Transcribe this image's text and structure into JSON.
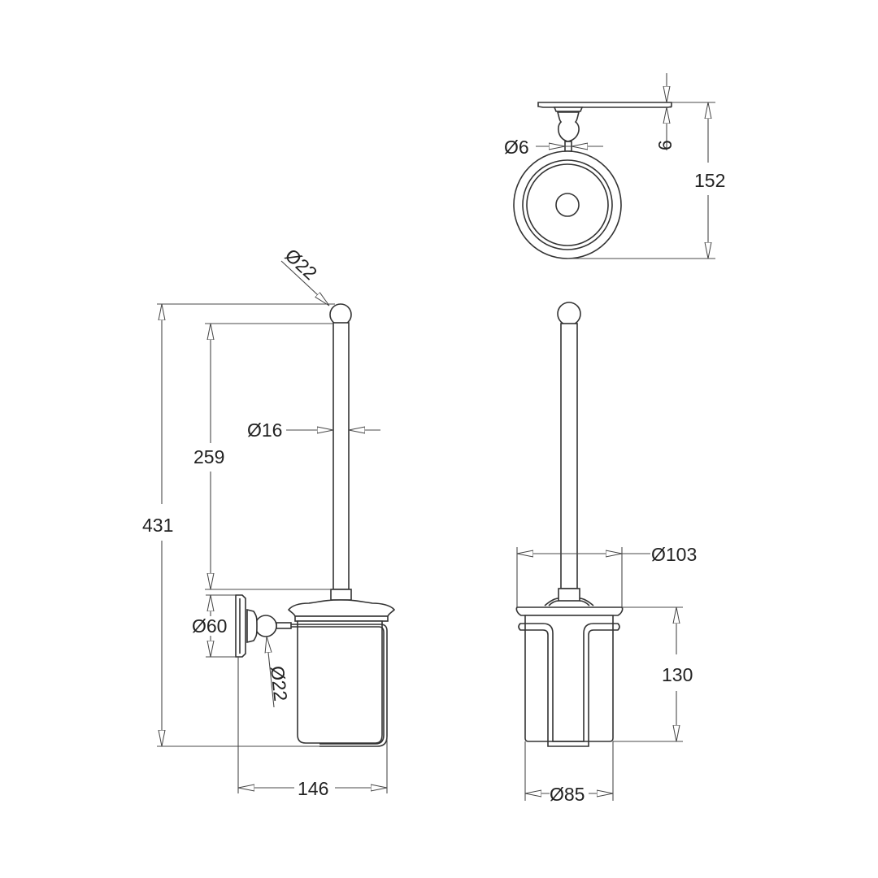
{
  "drawing": {
    "subject": "Toilet brush holder dimension drawing",
    "units": "mm",
    "views": {
      "top_view": {
        "labels": {
          "rod_diameter": "Ø6",
          "plate_thickness": "6",
          "projection": "152"
        }
      },
      "side_view": {
        "labels": {
          "knob_diameter": "Ø22",
          "handle_diameter": "Ø16",
          "handle_length": "259",
          "overall_height": "431",
          "backplate_diameter": "Ø60",
          "ball_diameter": "Ø22",
          "overall_depth": "146"
        }
      },
      "front_view": {
        "labels": {
          "lid_diameter": "Ø103",
          "pot_height": "130",
          "pot_diameter": "Ø85"
        }
      }
    },
    "colors": {
      "line": "#333333",
      "background": "#ffffff"
    }
  }
}
